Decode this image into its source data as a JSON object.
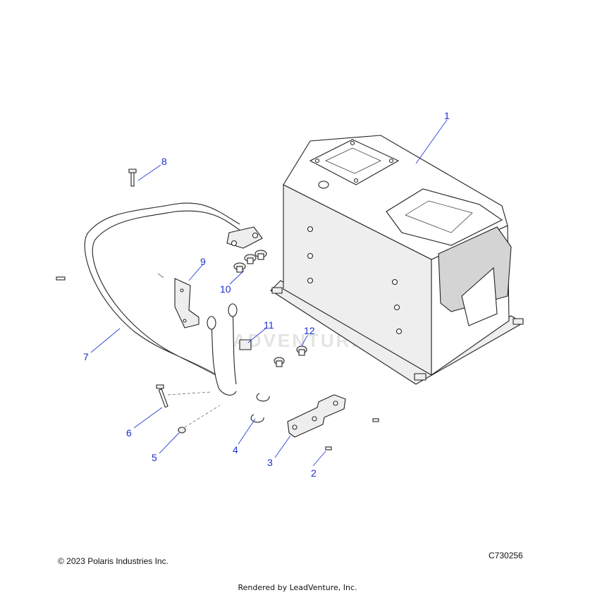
{
  "callouts": [
    "1",
    "2",
    "3",
    "4",
    "5",
    "6",
    "7",
    "8",
    "9",
    "10",
    "11",
    "12"
  ],
  "watermark": "ADVENTURE",
  "footer": {
    "copyright": "© 2023 Polaris Industries Inc.",
    "diagram_id": "C730256",
    "rendered_by": "Rendered by LeadVenture, Inc."
  }
}
